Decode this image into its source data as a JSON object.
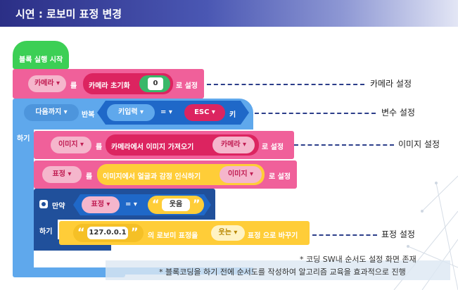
{
  "header": {
    "title": "시연 : 로보미 표정 변경"
  },
  "blocks": {
    "start": {
      "label": "블록 실행 시작"
    },
    "camera": {
      "var": "카메라 ▾",
      "eul": "를",
      "init": "카메라 초기화",
      "value": "0",
      "suffix": "로 설정"
    },
    "loop": {
      "until": "다음까지 ▾",
      "repeat": "반복",
      "key_input": "키입력 ▾",
      "eq": "= ▾",
      "esc": "ESC ▾",
      "key": "키",
      "do": "하기"
    },
    "image": {
      "var": "이미지 ▾",
      "eul": "를",
      "get": "카메라에서 이미지 가져오기",
      "cam": "카메라 ▾",
      "suffix": "로 설정"
    },
    "face": {
      "var": "표정 ▾",
      "eul": "를",
      "detect": "이미지에서 얼굴과 감정 인식하기",
      "img": "이미지 ▾",
      "suffix": "로 설정"
    },
    "if": {
      "label": "만약",
      "var": "표정 ▾",
      "eq": "= ▾",
      "open_q": "“",
      "value": "웃음",
      "close_q": "”",
      "do": "하기"
    },
    "robomi": {
      "open_q": "“",
      "ip": "127.0.0.1",
      "close_q": "”",
      "mid": "의 로보미 표정을",
      "expr": "웃는 ▾",
      "suffix": "표정 으로 바꾸기"
    }
  },
  "annotations": {
    "camera_setting": "카메라 설정",
    "variable_setting": "변수 설정",
    "image_setting": "이미지 설정",
    "expression_setting": "표정 설정"
  },
  "notes": {
    "line1": "* 코딩 SW내 순서도 설정 화면 존재",
    "line2": "* 블록코딩을 하기 전에 순서도를 작성하여 알고리즘 교육을 효과적으로 진행"
  }
}
